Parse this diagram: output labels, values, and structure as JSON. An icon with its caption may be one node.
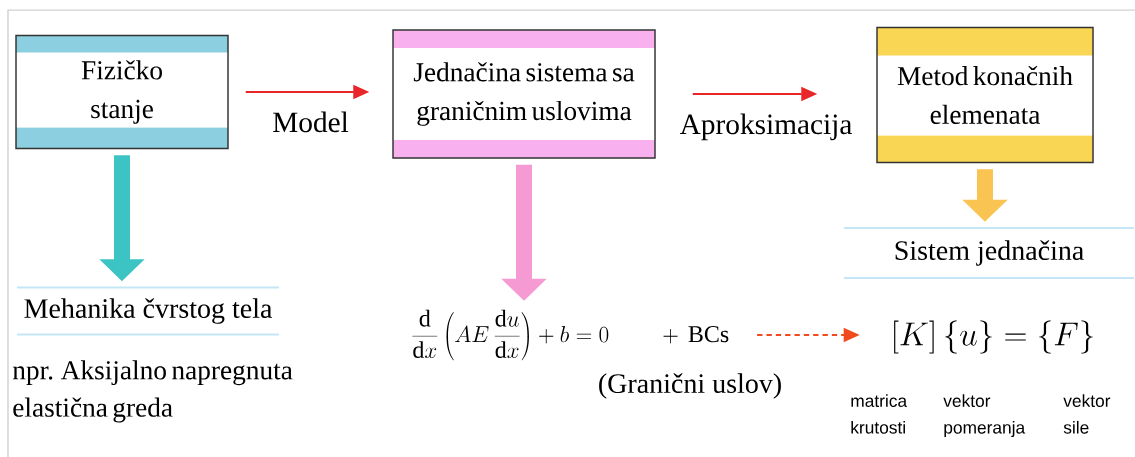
{
  "diagram": {
    "nodes": [
      {
        "text": [
          "Fizičko stanje"
        ]
      },
      {
        "text": [
          "Jednačina sistema sa graničnim uslovima"
        ]
      },
      {
        "text": [
          "Metod konačnih elemenata"
        ]
      },
      {
        "text": [
          "Mehanika čvrstog tela"
        ],
        "beside": [
          "npr. Aksijalno napregnuta elastična greda"
        ]
      },
      {
        "text": [
          "\\frac{\\mathrm{d}}{\\mathrm{d}x}\\left(AE\\,\\frac{\\mathrm{d}u}{\\mathrm{d}x}\\right)+b=0\\qquad+\\,\\mathrm{BCs}"
        ],
        "beside": [
          "(Granični uslov)"
        ]
      },
      {
        "text": [
          "Sistem jednačina"
        ]
      },
      {
        "text": [
          "\\left[K\\right]\\left\\{u\\right\\}=\\left\\{F\\right\\}"
        ]
      }
    ],
    "edges": [
      {
        "from": 0,
        "to": 1,
        "arrow": "to",
        "label": "Model",
        "color": "#e8262a"
      },
      {
        "from": 1,
        "to": 2,
        "arrow": "to",
        "label": "Aproksimacija",
        "color": "#e8262a"
      },
      {
        "from": 0,
        "to": 3,
        "arrow": "to",
        "style": "thick",
        "color": "#3cc4c4"
      },
      {
        "from": 1,
        "to": 4,
        "arrow": "to",
        "style": "thick",
        "color": "#f59ad2"
      },
      {
        "from": 2,
        "to": 5,
        "arrow": "to",
        "style": "thick",
        "color": "#f9c452"
      },
      {
        "from": 4,
        "to": 6,
        "arrow": "to",
        "style": "dashed",
        "color": "#f04a1e"
      }
    ],
    "labels": [
      "matrica krutosti",
      "vektor pomeranja",
      "vektor sile"
    ]
  }
}
